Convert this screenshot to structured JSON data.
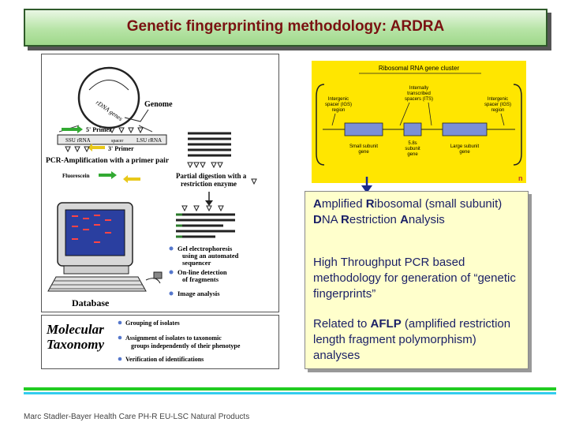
{
  "title": "Genetic fingerprinting methodology: ARDRA",
  "left_figure": {
    "genome": "Genome",
    "rdna_genes": "rDNA genes",
    "primer5": "5' Primer",
    "primer3": "3' Primer",
    "ssu": "SSU rRNA",
    "spacer": "spacer",
    "lsu": "LSU rRNA",
    "pcr": "PCR-Amplification  with a primer pair",
    "fluorescein": "Fluorescein",
    "partial_1": "Partial digestion with a",
    "partial_2": "restriction enzyme",
    "gel_1": "Gel electrophoresis",
    "gel_2": "using an automated",
    "gel_3": "sequencer",
    "online_1": "On-line detection",
    "online_2": "of fragments",
    "image": "Image analysis",
    "database": "Database"
  },
  "taxonomy": {
    "label_1": "Molecular",
    "label_2": "Taxonomy",
    "b1": "Grouping of isolates",
    "b2a": "Assignment of isolates to taxonomic",
    "b2b": "groups independently of their phenotype",
    "b3": "Verification of identifications"
  },
  "cluster": {
    "title": "Ribosomal RNA gene cluster",
    "its_1": "Internally",
    "its_2": "transcribed",
    "its_3": "spacers (ITS)",
    "igs_l1": "Intergenic",
    "igs_l2": "spacer (IGS)",
    "igs_l3": "region",
    "igs_r1": "Intergenic",
    "igs_r2": "spacer (IGS)",
    "igs_r3": "region",
    "small_1": "Small subunit",
    "small_2": "gene",
    "s58_1": "5.8s",
    "s58_2": "subunit",
    "s58_3": "gene",
    "large_1": "Large subunit",
    "large_2": "gene",
    "corner": "n"
  },
  "description": {
    "p1": [
      {
        "t": "A",
        "b": true
      },
      {
        "t": "mplified ",
        "b": false
      },
      {
        "t": "R",
        "b": true
      },
      {
        "t": "ibosomal (small subunit) ",
        "b": false
      },
      {
        "t": "D",
        "b": true
      },
      {
        "t": "NA ",
        "b": false
      },
      {
        "t": "R",
        "b": true
      },
      {
        "t": "estriction ",
        "b": false
      },
      {
        "t": "A",
        "b": true
      },
      {
        "t": "nalysis",
        "b": false
      }
    ],
    "p2": "High Throughput PCR based methodology for generation of “genetic fingerprints”",
    "p3": [
      {
        "t": "Related to ",
        "b": false
      },
      {
        "t": "AFLP",
        "b": true
      },
      {
        "t": " (amplified restriction length fragment polymorphism) analyses",
        "b": false
      }
    ]
  },
  "footer": "Marc Stadler-Bayer Health Care PH-R EU-LSC Natural Products",
  "colors": {
    "title_text": "#7a1212",
    "desc_text": "#1a1f66",
    "yellow": "#ffe600",
    "note_bg": "#ffffcc",
    "arrow": "#1a2a8a",
    "rule_green": "#22cc22",
    "rule_cyan": "#33ccee"
  }
}
